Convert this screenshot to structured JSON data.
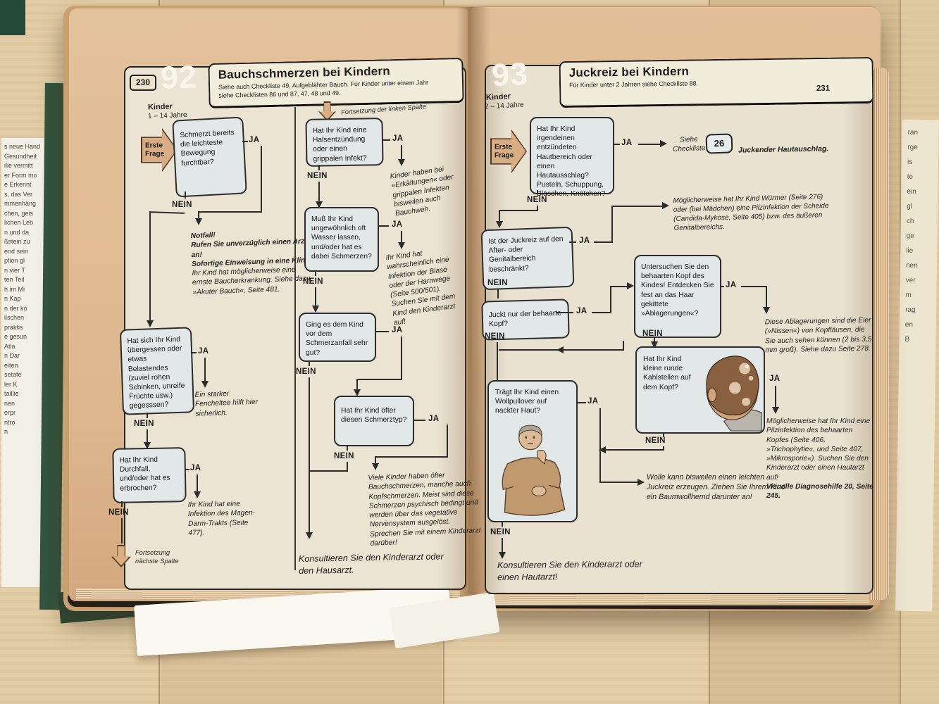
{
  "labels": {
    "ja": "JA",
    "nein": "NEIN"
  },
  "left": {
    "page_number": "230",
    "number": "92",
    "age1": "Kinder",
    "age2": "1 – 14 Jahre",
    "title": "Bauchschmerzen bei Kindern",
    "subtitle": "Siehe auch Checkliste 49, Aufgeblähter Bauch. Für Kinder unter einem Jahr\nsiehe Checklisten 86 und 87, 47, 48 und 49.",
    "erste_frage": "Erste\nFrage",
    "cont_top": "Fortsetzung der linken Spalte",
    "cont_bottom": "Fortsetzung\nnächste Spalte",
    "q1": "Schmerzt bereits die leichteste Bewegung furchtbar?",
    "emergency_1": "Notfall!",
    "emergency_2": "Rufen Sie unverzüglich einen Arzt an!",
    "emergency_3": "Sofortige Einweisung in eine Klinik!",
    "emergency_body": "Ihr Kind hat möglicherweise eine ernste Baucherkrankung. Siehe dazu »Akuter Bauch«, Seite 481.",
    "q2": "Hat sich Ihr Kind übergessen oder etwas Belastendes (zuviel rohen Schinken, unreife Früchte usw.) gegesssen?",
    "a2": "Ein starker Fencheltee hilft hier sicherlich.",
    "q3": "Hat Ihr Kind Durchfall, und/oder hat es erbrochen?",
    "a3": "Ihr Kind hat eine Infektion des Magen-Darm-Trakts (Seite 477).",
    "q4": "Hat Ihr Kind eine Halsentzündung oder einen grippalen Infekt?",
    "a4": "Kinder haben bei »Erkältungen« oder grippalen Infekten bisweilen auch Bauchweh.",
    "q5": "Muß Ihr Kind ungewöhnlich oft Wasser lassen, und/oder hat es dabei Schmerzen?",
    "a5": "Ihr Kind hat wahrscheinlich eine Infektion der Blase oder der Harnwege (Seite 500/501). Suchen Sie mit dem Kind den Kinderarzt auf!",
    "q6": "Ging es dem Kind vor dem Schmerzanfall sehr gut?",
    "q7": "Hat Ihr Kind öfter diesen Schmerztyp?",
    "a7": "Viele Kinder haben öfter Bauchschmerzen, manche auch Kopfschmerzen. Meist sind diese Schmerzen psychisch bedingt und werden über das vegetative Nervensystem ausgelöst. Sprechen Sie mit einem Kinderarzt darüber!",
    "final": "Konsultieren Sie den Kinderarzt oder den Hausarzt."
  },
  "right": {
    "page_number": "231",
    "number": "93",
    "age1": "Kinder",
    "age2": "2 – 14 Jahre",
    "title": "Juckreiz bei Kindern",
    "subtitle": "Für Kinder unter 2 Jahren siehe Checkliste 88.",
    "erste_frage": "Erste\nFrage",
    "q1": "Hat Ihr Kind irgendeinen entzündeten Hautbereich oder einen Hautausschlag? Pusteln, Schuppung, Bläschen, Knötchen?",
    "see_checklist": "Siehe\nCheckliste",
    "ref_num": "26",
    "ref_title": "Juckender Hautauschlag.",
    "q2": "Ist der Juckreiz auf den After- oder Genitalbereich beschränkt?",
    "a2": "Möglicherweise hat Ihr Kind Würmer (Seite 276) oder (bei Mädchen) eine Pilzinfektion der Scheide (Candida-Mykose, Seite 405) bzw. des äußeren Genitalbereichs.",
    "q3": "Juckt nur der behaarte Kopf?",
    "q4": "Untersuchen Sie den behaarten Kopf des Kindes! Entdecken Sie fest an das Haar gekittete »Ablagerungen«?",
    "a4": "Diese Ablagerungen sind die Eier (»Nissen«) von Kopfläusen, die Sie auch sehen können (2 bis 3,5 mm groß). Siehe dazu Seite 278.",
    "q5": "Hat Ihr Kind kleine runde Kahlstellen auf dem Kopf?",
    "a5_body": "Möglicherweise hat Ihr Kind eine Pilzinfektion des behaarten Kopfes (Seite 406, »Trichophytie«, und Seite 407, »Mikrosporie«). Suchen Sie den Kinderarzt oder einen Hautarzt auf!",
    "a5_bold": "Visuelle Diagnosehilfe 20, Seite 245.",
    "q6": "Trägt Ihr Kind einen Wollpullover auf nackter Haut?",
    "a6": "Wolle kann bisweilen einen leichten Juckreiz erzeugen. Ziehen Sie Ihrem Kind ein Baumwollhemd darunter an!",
    "final": "Konsultieren Sie den Kinderarzt oder einen Hautarzt!"
  },
  "surroundings": {
    "left_book_fragments": "s neue Hand\nGesundheit\nilie vermitt\ner Form mo\ne Erkennt\ns, das Ver\nmmenhäng\nchen, geis\nlichen Leb\nn und da\nßstein zu\nend sein\nption gl\nn vier T\nten Teil\nh im Mi\nn Kap\nn der kö\nlischen\npraktis\ne gesun\nAtla\nn Dar\neiten\nsetafe\nler K\ntaillie\nnen\nerpr\nntro\nn",
    "right_page_fragments": "ran\nrge\nis\nte\nein\ngl\nch\nge\nlie\nnen\nver\nm\nrag\nen\nB"
  }
}
